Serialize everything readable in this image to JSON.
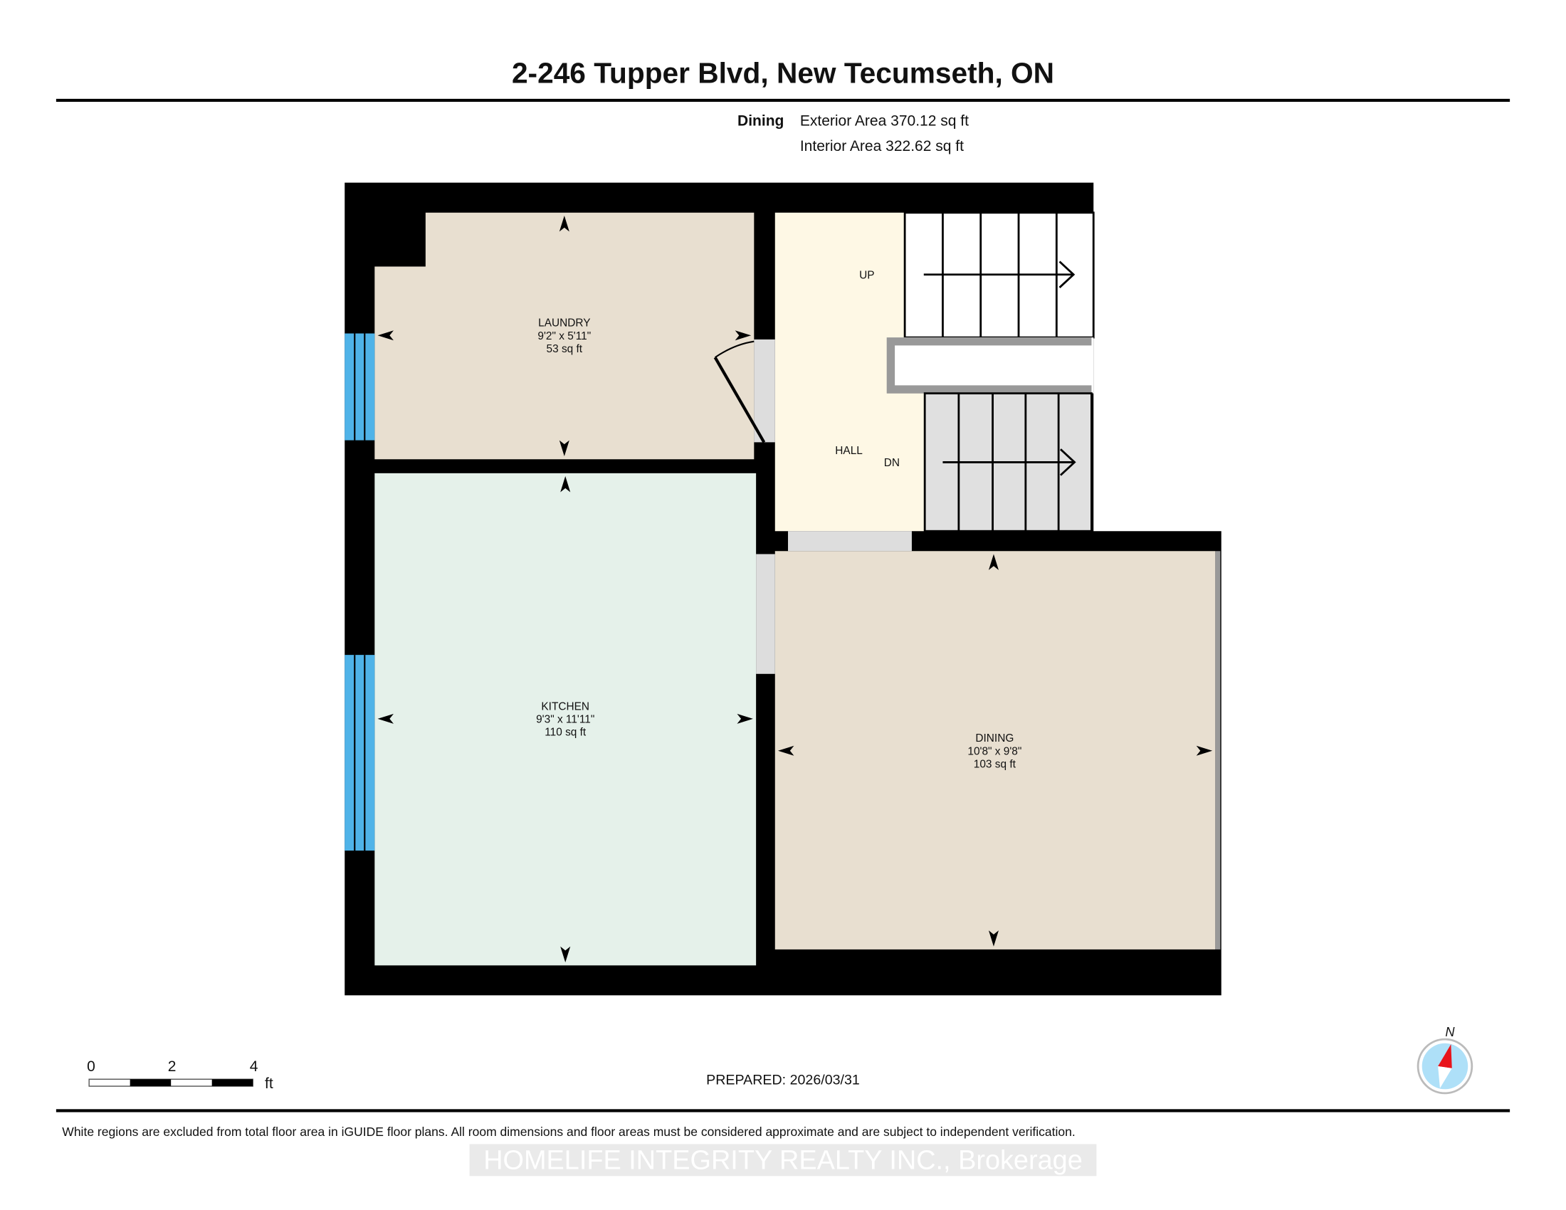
{
  "header": {
    "title": "2-246 Tupper Blvd, New Tecumseth, ON"
  },
  "summary": {
    "floor_name": "Dining",
    "exterior_area": "Exterior Area 370.12 sq ft",
    "interior_area": "Interior Area 322.62 sq ft"
  },
  "rooms": {
    "laundry": {
      "name": "LAUNDRY",
      "dims": "9'2\" x 5'11\"",
      "area": "53 sq ft"
    },
    "kitchen": {
      "name": "KITCHEN",
      "dims": "9'3\" x 11'11\"",
      "area": "110 sq ft"
    },
    "dining": {
      "name": "DINING",
      "dims": "10'8\" x 9'8\"",
      "area": "103 sq ft"
    },
    "hall": {
      "name": "HALL"
    }
  },
  "stairs": {
    "up": "UP",
    "down": "DN"
  },
  "scale_bar": {
    "ticks": [
      "0",
      "2",
      "4"
    ],
    "unit": "ft"
  },
  "prepared": "PREPARED: 2026/03/31",
  "compass": {
    "north": "N"
  },
  "footer": {
    "disclaimer": "White regions are excluded from total floor area in iGUIDE floor plans. All room dimensions and floor areas must be considered approximate and are subject to independent verification.",
    "watermark": "HOMELIFE INTEGRITY REALTY INC., Brokerage"
  },
  "colors": {
    "wall": "#000000",
    "laundry": "#e8dfd0",
    "kitchen": "#e5f1ea",
    "hall": "#fef8e5",
    "dining": "#e8dfd0",
    "window": "#4fb3e8",
    "compass_red": "#e8141b",
    "compass_blue": "#aee0f8"
  }
}
